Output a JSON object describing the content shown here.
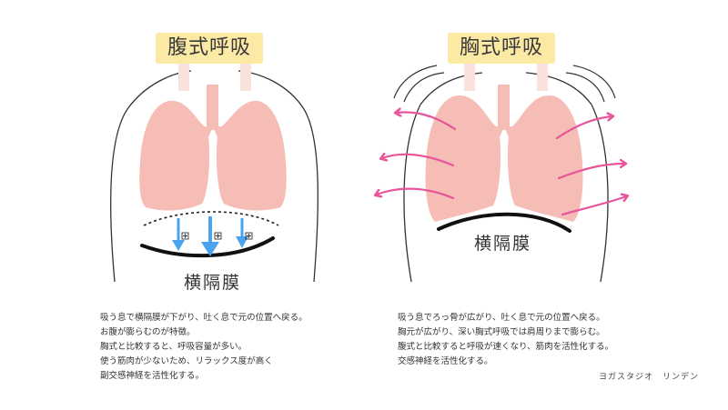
{
  "panels": {
    "abdominal": {
      "title": "腹式呼吸",
      "diaphragm_label": "横隔膜",
      "description": [
        "吸う息で横隔膜が下がり、吐く息で元の位置へ戻る。",
        "お腹が膨らむのが特徴。",
        "胸式と比較すると、呼吸容量が多い。",
        "使う筋肉が少ないため、リラックス度が高く",
        "副交感神経を活性化する。"
      ]
    },
    "thoracic": {
      "title": "胸式呼吸",
      "diaphragm_label": "横隔膜",
      "description": [
        "吸う息でろっ骨が広がり、吐く息で元の位置へ戻る。",
        "胸元が広がり、深い胸式呼吸では肩周りまで膨らむ。",
        "腹式と比較すると呼吸が速くなり、筋肉を活性化する。",
        "交感神経を活性化する。"
      ]
    }
  },
  "credit": "ヨガスタジオ　リンデン",
  "colors": {
    "badge": "#fbe9a4",
    "lung": "#f5bdb5",
    "arrow_blue": "#4aa3ee",
    "arrow_pink": "#e8559b",
    "line": "#222222"
  }
}
